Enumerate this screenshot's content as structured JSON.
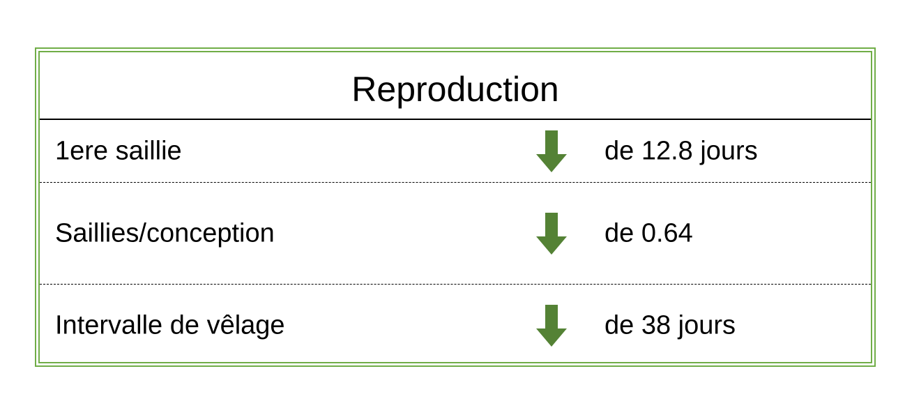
{
  "table": {
    "title": "Reproduction",
    "border_color": "#70ad47",
    "arrow_color": "#548235",
    "rows": [
      {
        "label": "1ere saillie",
        "trend_icon": "arrow-down-icon",
        "value": "de 12.8 jours"
      },
      {
        "label": "Saillies/conception",
        "trend_icon": "arrow-down-icon",
        "value": "de 0.64"
      },
      {
        "label": "Intervalle de vêlage",
        "trend_icon": "arrow-down-icon",
        "value": "de 38 jours"
      }
    ]
  }
}
